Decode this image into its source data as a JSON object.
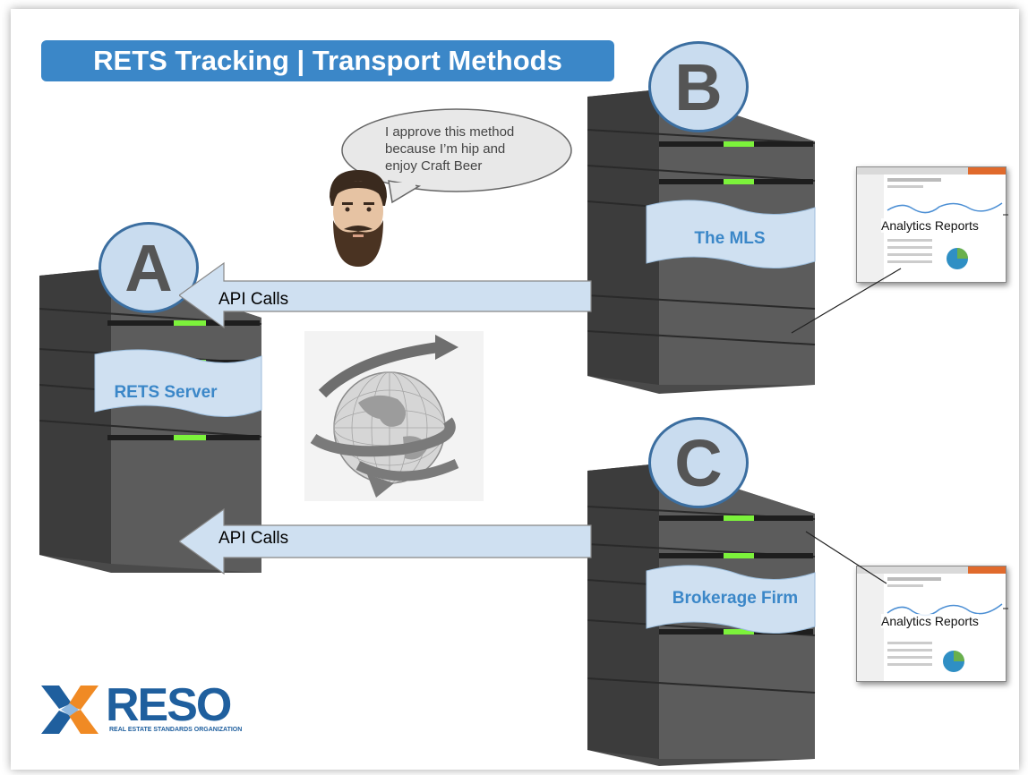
{
  "title": "RETS Tracking | Transport Methods",
  "colors": {
    "accent": "#3b87c8",
    "server_body": "#5a5a5a",
    "led": "#7cf23b",
    "arrow_fill": "#cfe0f1",
    "circle_fill": "#c9dcef"
  },
  "nodes": {
    "a": {
      "letter": "A",
      "banner": "RETS Server"
    },
    "b": {
      "letter": "B",
      "banner": "The MLS"
    },
    "c": {
      "letter": "C",
      "banner": "Brokerage Firm"
    }
  },
  "arrows": {
    "top_label": "API Calls",
    "bottom_label": "API Calls"
  },
  "speech_bubble": {
    "line1": "I approve this method",
    "line2": "because I’m hip and",
    "line3": "enjoy Craft Beer"
  },
  "reports": {
    "top_label": "Analytics Reports",
    "bottom_label": "Analytics Reports"
  },
  "logo": {
    "name": "RESO",
    "subtitle": "REAL ESTATE STANDARDS ORGANIZATION"
  }
}
